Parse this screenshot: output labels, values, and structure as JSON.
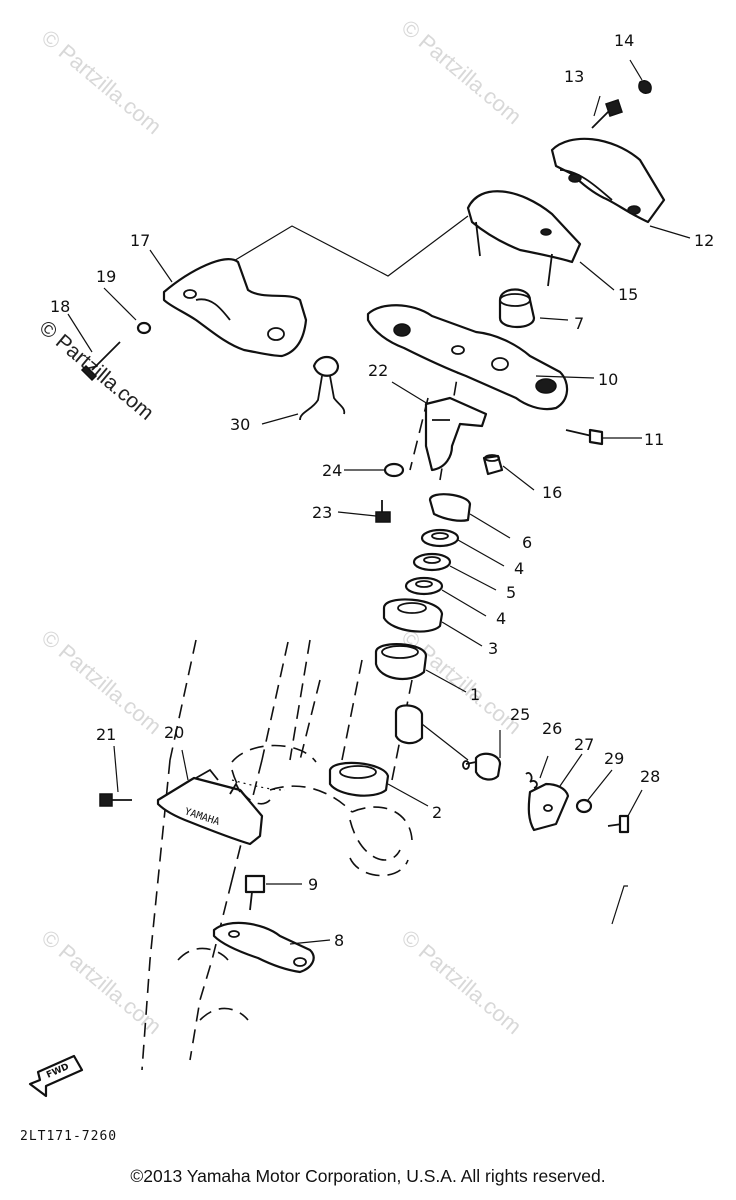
{
  "diagram": {
    "code": "2LT171-7260",
    "copyright": "©2013 Yamaha Motor Corporation, U.S.A. All rights reserved.",
    "fwd_label": "FWD",
    "bracket_lettering": "YAMAHA",
    "watermark": "© Partzilla.com",
    "callouts": [
      {
        "id": "1",
        "label": "1"
      },
      {
        "id": "2",
        "label": "2"
      },
      {
        "id": "3",
        "label": "3"
      },
      {
        "id": "4a",
        "label": "4"
      },
      {
        "id": "4b",
        "label": "4"
      },
      {
        "id": "5",
        "label": "5"
      },
      {
        "id": "6",
        "label": "6"
      },
      {
        "id": "7",
        "label": "7"
      },
      {
        "id": "8",
        "label": "8"
      },
      {
        "id": "9",
        "label": "9"
      },
      {
        "id": "10",
        "label": "10"
      },
      {
        "id": "11",
        "label": "11"
      },
      {
        "id": "12",
        "label": "12"
      },
      {
        "id": "13",
        "label": "13"
      },
      {
        "id": "14",
        "label": "14"
      },
      {
        "id": "15",
        "label": "15"
      },
      {
        "id": "16",
        "label": "16"
      },
      {
        "id": "17",
        "label": "17"
      },
      {
        "id": "18",
        "label": "18"
      },
      {
        "id": "19",
        "label": "19"
      },
      {
        "id": "20",
        "label": "20"
      },
      {
        "id": "21",
        "label": "21"
      },
      {
        "id": "22",
        "label": "22"
      },
      {
        "id": "23",
        "label": "23"
      },
      {
        "id": "24",
        "label": "24"
      },
      {
        "id": "25",
        "label": "25"
      },
      {
        "id": "26",
        "label": "26"
      },
      {
        "id": "27",
        "label": "27"
      },
      {
        "id": "28",
        "label": "28"
      },
      {
        "id": "29",
        "label": "29"
      },
      {
        "id": "30",
        "label": "30"
      }
    ]
  }
}
